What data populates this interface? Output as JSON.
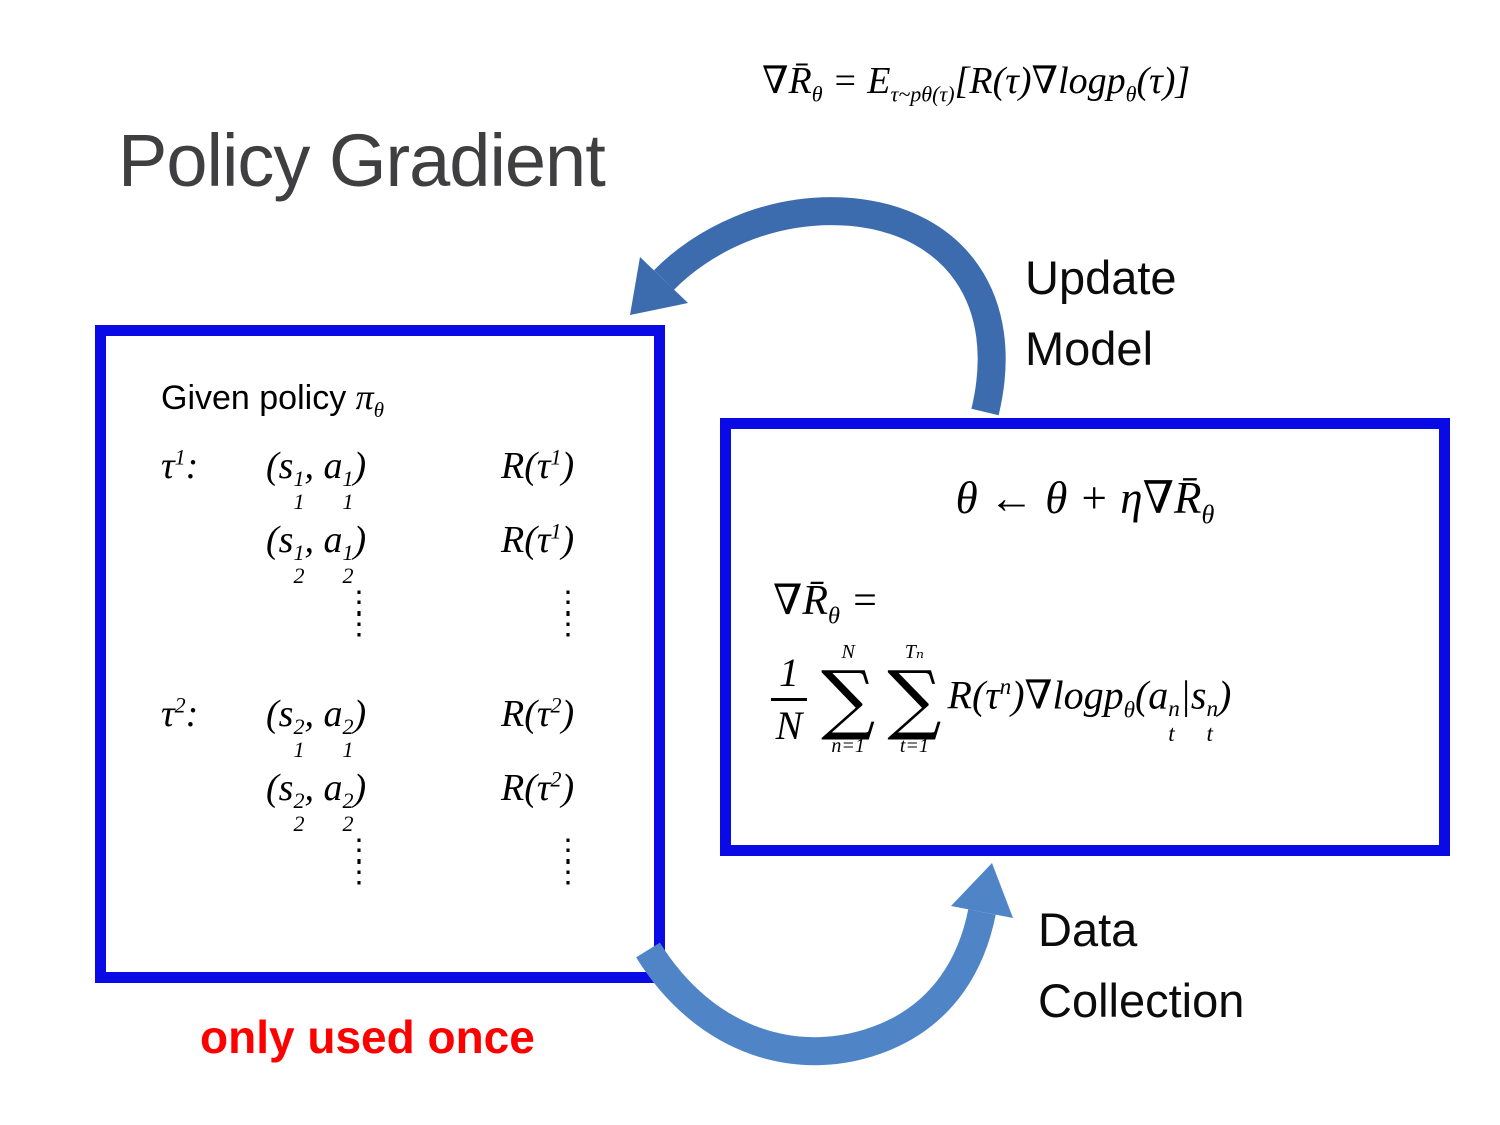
{
  "title": "Policy Gradient",
  "colors": {
    "box_border": "#0a0ae6",
    "arrow_update": "#3c6cae",
    "arrow_collect": "#4f85c6",
    "red_text": "#ff0000",
    "title_text": "#3f3f42"
  },
  "top_formula": [
    {
      "t": "∇R̄"
    },
    {
      "sub": "θ"
    },
    {
      "t": " = E"
    },
    {
      "sub": "τ~pθ(τ)"
    },
    {
      "t": "[R(τ)∇logp"
    },
    {
      "sub": "θ"
    },
    {
      "t": "(τ)]"
    }
  ],
  "labels": {
    "update_line1": "Update",
    "update_line2": "Model",
    "collect_line1": "Data",
    "collect_line2": "Collection",
    "only_used_once": "only used once"
  },
  "left_box": {
    "given_prefix": "Given policy ",
    "given_math": [
      {
        "t": "π"
      },
      {
        "sub": "θ"
      }
    ],
    "dots": "⋮\n⋮",
    "rows": [
      {
        "tau": [
          {
            "t": "τ"
          },
          {
            "sup": "1"
          },
          {
            "t": ":"
          }
        ],
        "pair": [
          {
            "t": "(s"
          },
          {
            "supsub": {
              "sup": "1",
              "sub": "1"
            }
          },
          {
            "t": ", a"
          },
          {
            "supsub": {
              "sup": "1",
              "sub": "1"
            }
          },
          {
            "t": ")"
          }
        ],
        "reward": [
          {
            "t": "R(τ"
          },
          {
            "sup": "1"
          },
          {
            "t": ")"
          }
        ]
      },
      {
        "tau": [],
        "pair": [
          {
            "t": "(s"
          },
          {
            "supsub": {
              "sup": "1",
              "sub": "2"
            }
          },
          {
            "t": ", a"
          },
          {
            "supsub": {
              "sup": "1",
              "sub": "2"
            }
          },
          {
            "t": ")"
          }
        ],
        "reward": [
          {
            "t": "R(τ"
          },
          {
            "sup": "1"
          },
          {
            "t": ")"
          }
        ]
      },
      {
        "tau": [
          {
            "t": "τ"
          },
          {
            "sup": "2"
          },
          {
            "t": ":"
          }
        ],
        "pair": [
          {
            "t": "(s"
          },
          {
            "supsub": {
              "sup": "2",
              "sub": "1"
            }
          },
          {
            "t": ", a"
          },
          {
            "supsub": {
              "sup": "2",
              "sub": "1"
            }
          },
          {
            "t": ")"
          }
        ],
        "reward": [
          {
            "t": "R(τ"
          },
          {
            "sup": "2"
          },
          {
            "t": ")"
          }
        ]
      },
      {
        "tau": [],
        "pair": [
          {
            "t": "(s"
          },
          {
            "supsub": {
              "sup": "2",
              "sub": "2"
            }
          },
          {
            "t": ", a"
          },
          {
            "supsub": {
              "sup": "2",
              "sub": "2"
            }
          },
          {
            "t": ")"
          }
        ],
        "reward": [
          {
            "t": "R(τ"
          },
          {
            "sup": "2"
          },
          {
            "t": ")"
          }
        ]
      }
    ]
  },
  "right_box": {
    "line1": [
      {
        "t": "θ ← θ + η∇R̄"
      },
      {
        "sub": "θ"
      }
    ],
    "line2": [
      {
        "t": "∇R̄"
      },
      {
        "sub": "θ"
      },
      {
        "t": " ="
      }
    ],
    "line3": [
      {
        "frac": {
          "num": "1",
          "den": "N"
        }
      },
      {
        "sum": {
          "top": "N",
          "bot": "n=1"
        }
      },
      {
        "sum": {
          "top": "Tₙ",
          "bot": "t=1"
        }
      },
      {
        "t": "R(τ"
      },
      {
        "sup": "n"
      },
      {
        "t": ")∇logp"
      },
      {
        "sub": "θ"
      },
      {
        "t": "(a"
      },
      {
        "supsub": {
          "sup": "n",
          "sub": "t"
        }
      },
      {
        "t": "|s"
      },
      {
        "supsub": {
          "sup": "n",
          "sub": "t"
        }
      },
      {
        "t": ")"
      }
    ]
  }
}
